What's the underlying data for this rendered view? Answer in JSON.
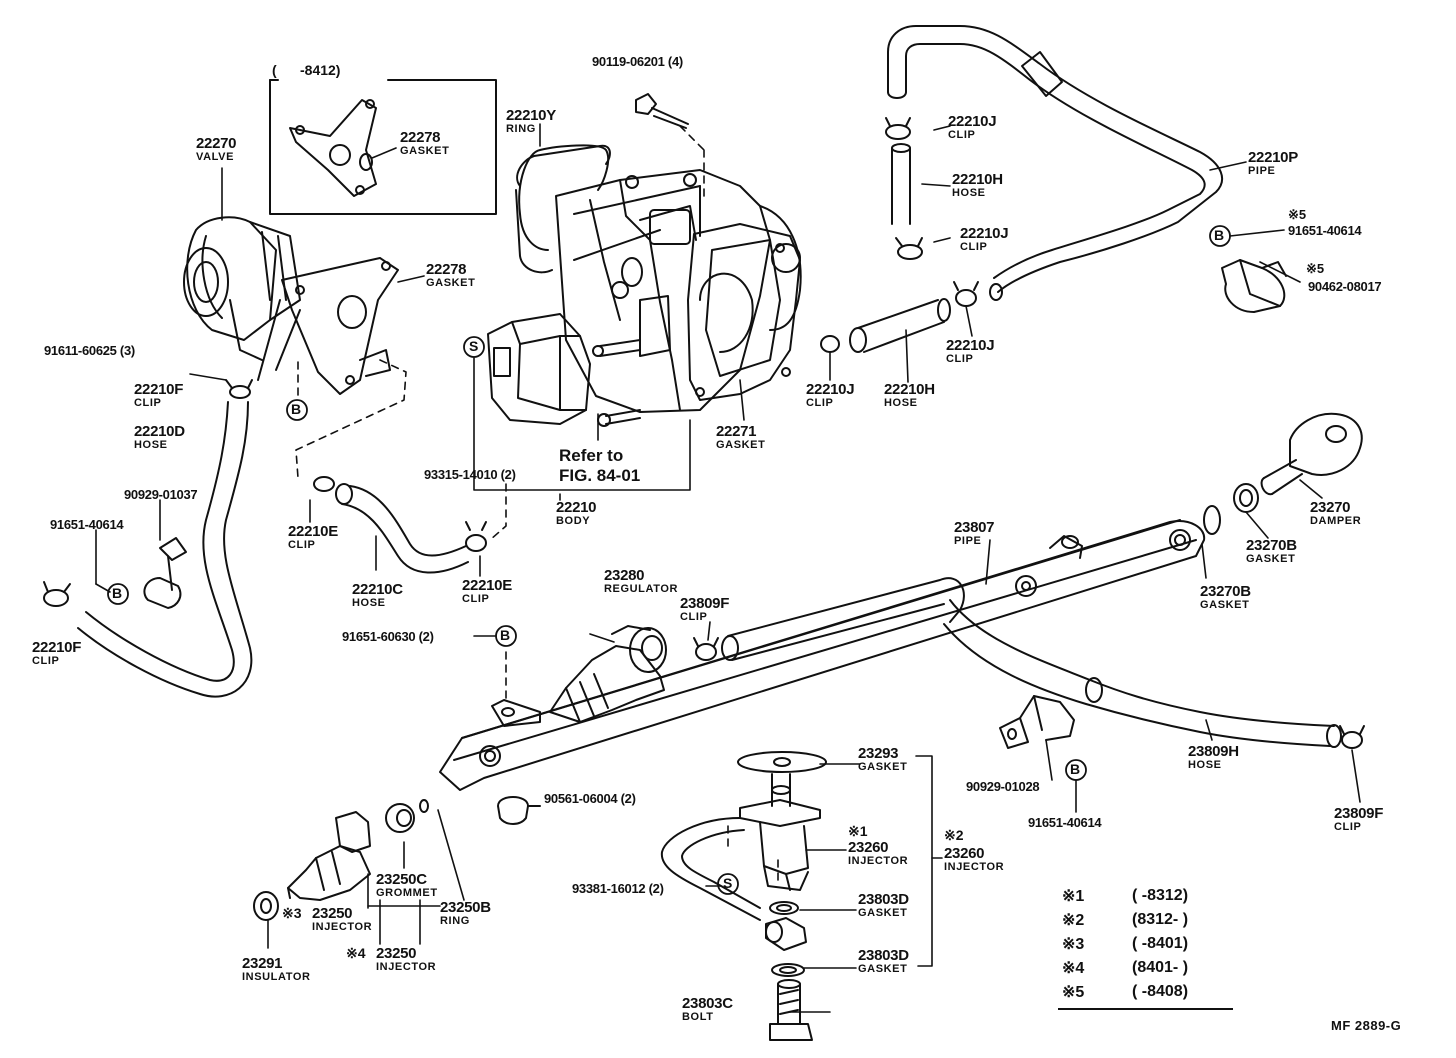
{
  "parts": [
    {
      "id": "22270",
      "name": "VALVE"
    },
    {
      "id": "22278",
      "name": "GASKET",
      "key": "22278-top"
    },
    {
      "id": "22278",
      "name": "GASKET",
      "key": "22278-mid"
    },
    {
      "id": "91611-60625 (3)",
      "name": ""
    },
    {
      "id": "22210F",
      "name": "CLIP",
      "key": "22210F-a"
    },
    {
      "id": "22210D",
      "name": "HOSE"
    },
    {
      "id": "90929-01037",
      "name": ""
    },
    {
      "id": "91651-40614",
      "name": "",
      "key": "91651-left"
    },
    {
      "id": "22210F",
      "name": "CLIP",
      "key": "22210F-b"
    },
    {
      "id": "22210E",
      "name": "CLIP",
      "key": "22210E-a"
    },
    {
      "id": "22210C",
      "name": "HOSE"
    },
    {
      "id": "22210E",
      "name": "CLIP",
      "key": "22210E-b"
    },
    {
      "id": "90119-06201 (4)",
      "name": ""
    },
    {
      "id": "22210Y",
      "name": "RING"
    },
    {
      "id": "93315-14010 (2)",
      "name": ""
    },
    {
      "id": "22210",
      "name": "BODY"
    },
    {
      "id": "22271",
      "name": "GASKET"
    },
    {
      "id": "22210J",
      "name": "CLIP",
      "key": "22210J-a"
    },
    {
      "id": "22210H",
      "name": "HOSE",
      "key": "22210H-a"
    },
    {
      "id": "22210J",
      "name": "CLIP",
      "key": "22210J-b"
    },
    {
      "id": "22210J",
      "name": "CLIP",
      "key": "22210J-c"
    },
    {
      "id": "22210J",
      "name": "CLIP",
      "key": "22210J-d"
    },
    {
      "id": "22210H",
      "name": "HOSE",
      "key": "22210H-b"
    },
    {
      "id": "22210P",
      "name": "PIPE"
    },
    {
      "id": "91651-40614",
      "name": "",
      "key": "91651-right"
    },
    {
      "id": "90462-08017",
      "name": ""
    },
    {
      "id": "23270",
      "name": "DAMPER"
    },
    {
      "id": "23270B",
      "name": "GASKET",
      "key": "23270B-a"
    },
    {
      "id": "23270B",
      "name": "GASKET",
      "key": "23270B-b"
    },
    {
      "id": "23807",
      "name": "PIPE"
    },
    {
      "id": "23280",
      "name": "REGULATOR"
    },
    {
      "id": "23809F",
      "name": "CLIP",
      "key": "23809F-a"
    },
    {
      "id": "91651-60630 (2)",
      "name": ""
    },
    {
      "id": "23809H",
      "name": "HOSE"
    },
    {
      "id": "23809F",
      "name": "CLIP",
      "key": "23809F-b"
    },
    {
      "id": "90929-01028",
      "name": ""
    },
    {
      "id": "91651-40614",
      "name": "",
      "key": "91651-bottom"
    },
    {
      "id": "23293",
      "name": "GASKET"
    },
    {
      "id": "90561-06004 (2)",
      "name": ""
    },
    {
      "id": "23260",
      "name": "INJECTOR",
      "key": "23260-a"
    },
    {
      "id": "23260",
      "name": "INJECTOR",
      "key": "23260-b"
    },
    {
      "id": "93381-16012 (2)",
      "name": ""
    },
    {
      "id": "23803D",
      "name": "GASKET",
      "key": "23803D-a"
    },
    {
      "id": "23803D",
      "name": "GASKET",
      "key": "23803D-b"
    },
    {
      "id": "23803C",
      "name": "BOLT"
    },
    {
      "id": "23250C",
      "name": "GROMMET"
    },
    {
      "id": "23250",
      "name": "INJECTOR",
      "key": "23250-a"
    },
    {
      "id": "23250B",
      "name": "RING"
    },
    {
      "id": "23250",
      "name": "INJECTOR",
      "key": "23250-b"
    },
    {
      "id": "23291",
      "name": "INSULATOR"
    }
  ],
  "top_range": "(      -8412)",
  "refer": {
    "line1": "Refer to",
    "line2": "FIG. 84-01"
  },
  "marks": {
    "m1": "※1",
    "m2": "※2",
    "m3": "※3",
    "m4": "※4",
    "m5a": "※5",
    "m5b": "※5",
    "s": "S",
    "b": "B"
  },
  "legend": [
    {
      "key": "※1",
      "range": "(       -8312)"
    },
    {
      "key": "※2",
      "range": "(8312-       )"
    },
    {
      "key": "※3",
      "range": "(       -8401)"
    },
    {
      "key": "※4",
      "range": "(8401-       )"
    },
    {
      "key": "※5",
      "range": "(       -8408)"
    }
  ],
  "diagram_code": "MF 2889-G"
}
